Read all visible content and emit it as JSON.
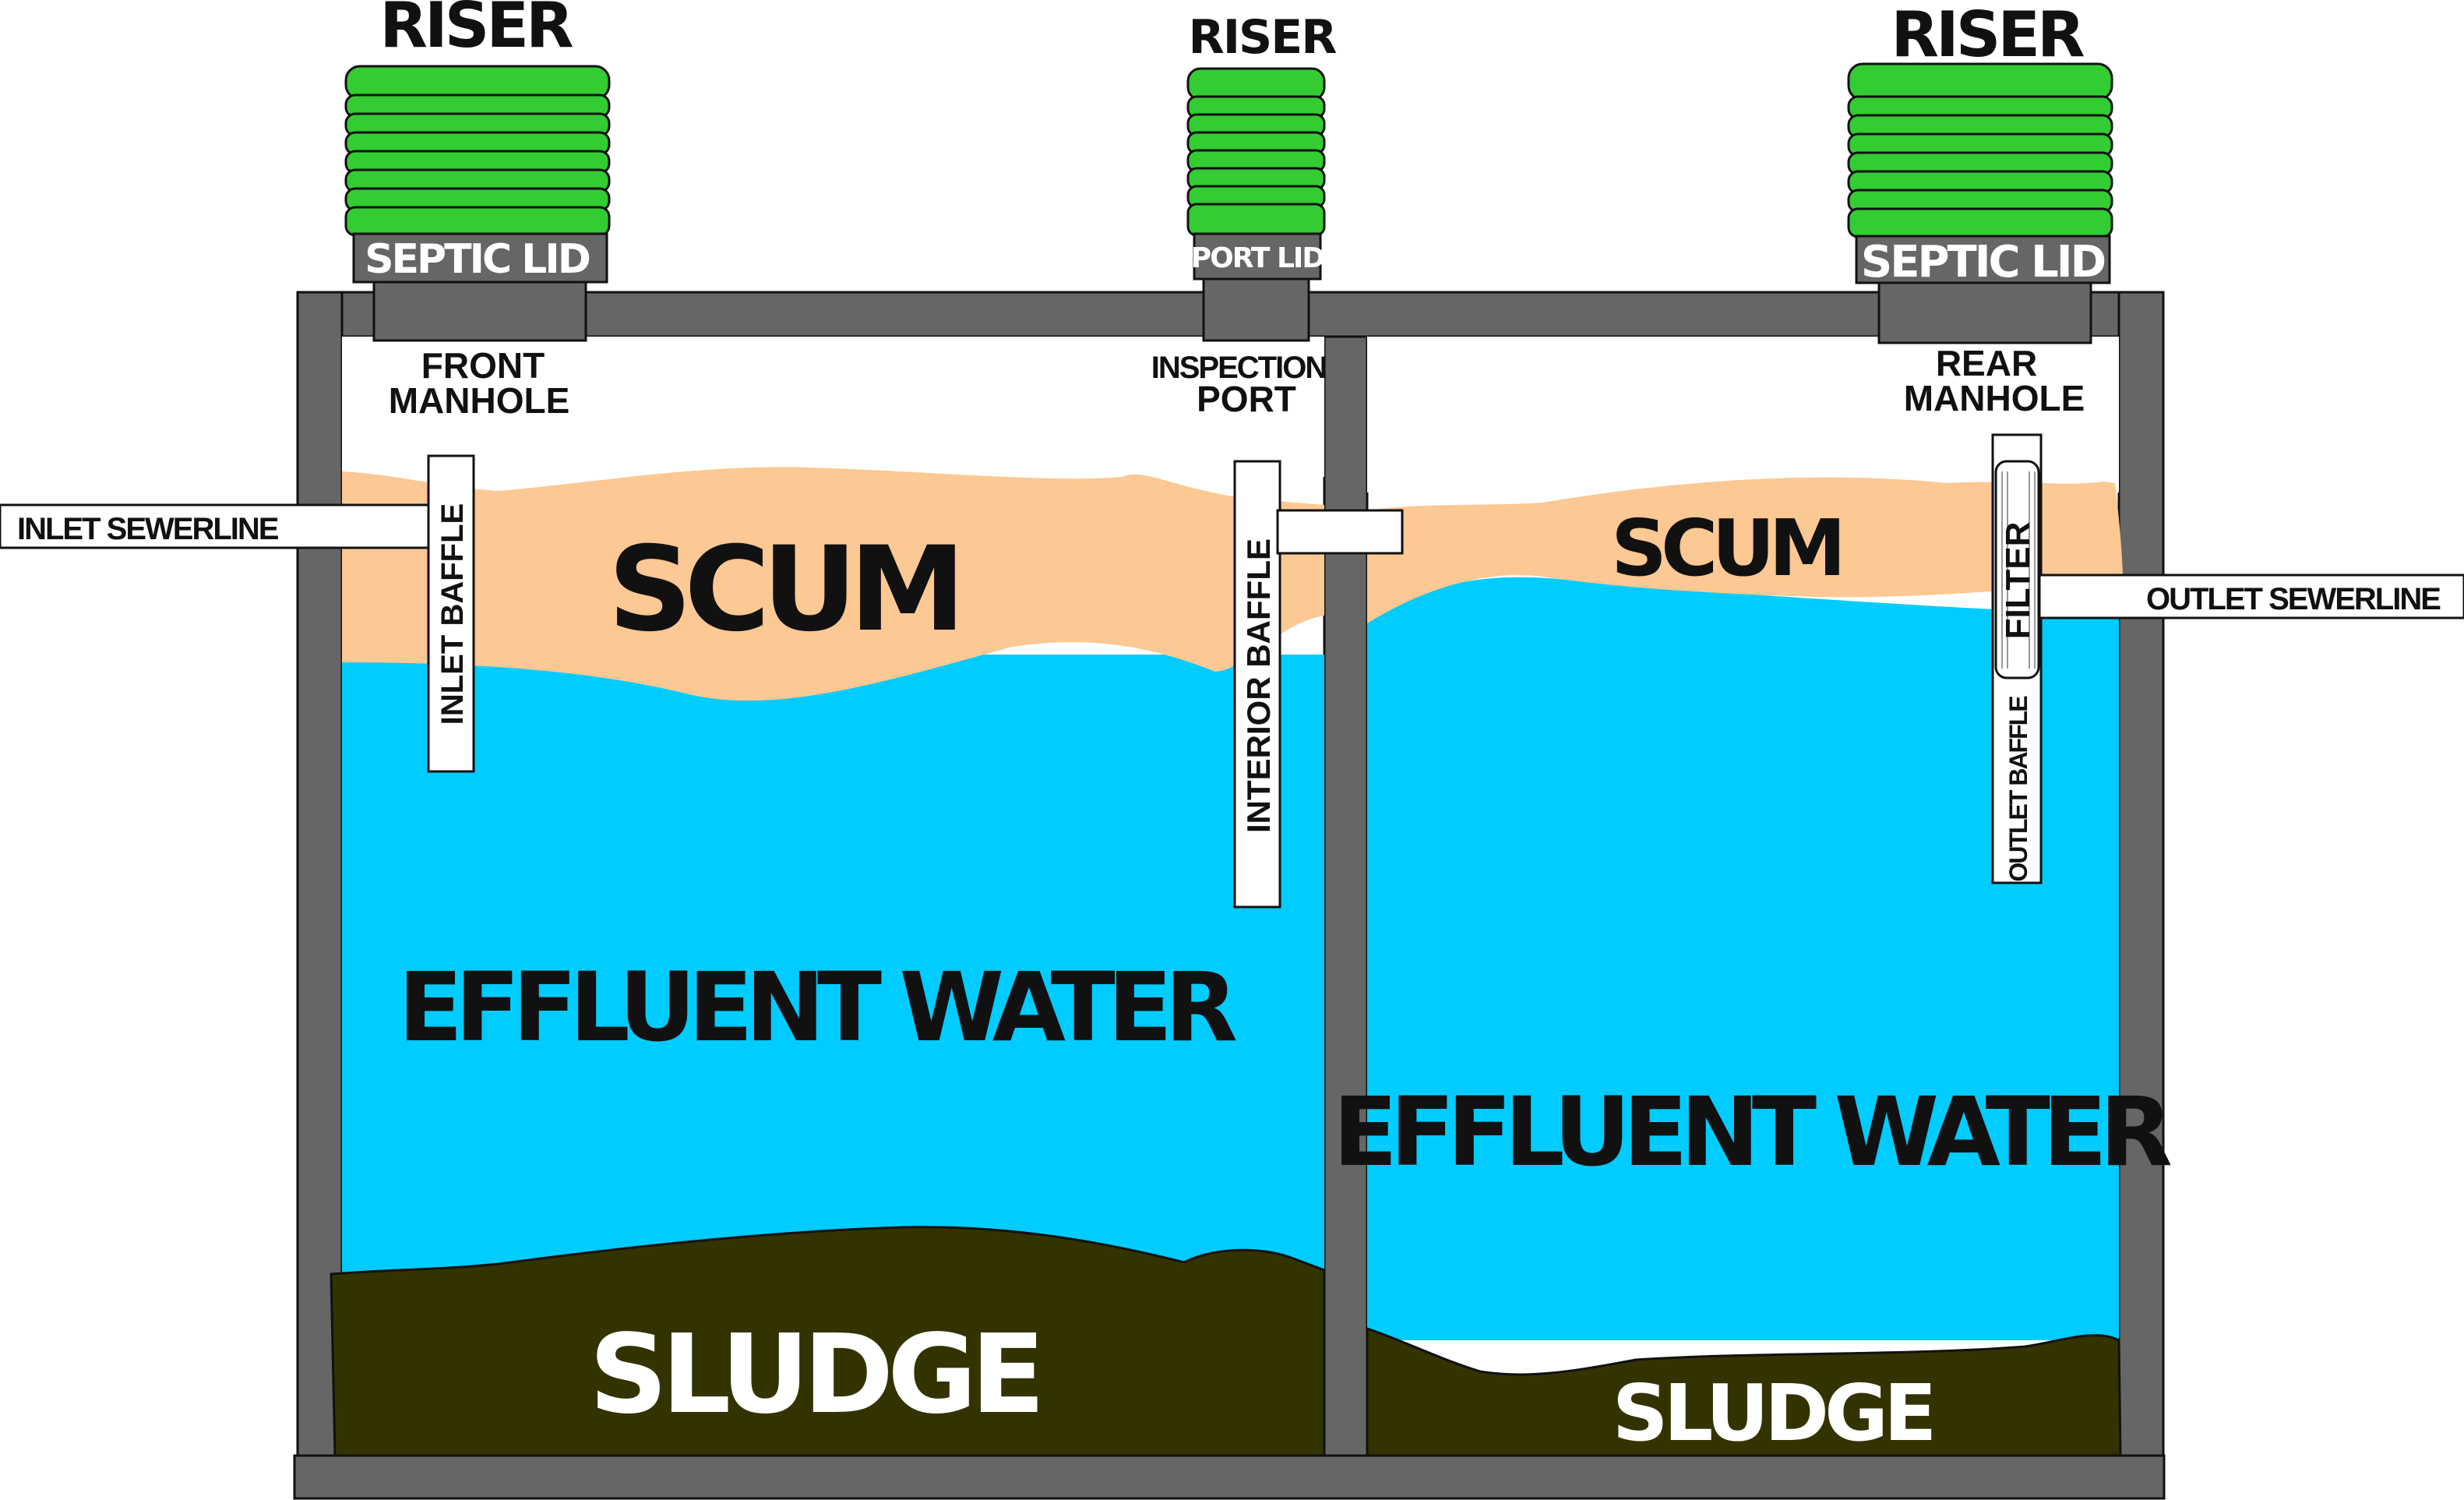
{
  "diagram": {
    "risers": {
      "front": "RISER",
      "middle": "RISER",
      "rear": "RISER"
    },
    "lids": {
      "front": "SEPTIC LID",
      "middle": "PORT LID",
      "rear": "SEPTIC LID"
    },
    "openings": {
      "front": [
        "FRONT",
        "MANHOLE"
      ],
      "middle": [
        "INSPECTION",
        "PORT"
      ],
      "rear": [
        "REAR",
        "MANHOLE"
      ]
    },
    "pipes": {
      "inlet": "INLET SEWERLINE",
      "outlet": "OUTLET SEWERLINE"
    },
    "baffles": {
      "inlet": "INLET BAFFLE",
      "interior": "INTERIOR BAFFLE",
      "outlet": "OUTLET BAFFLE",
      "filter": "FILTER"
    },
    "layers": {
      "scum_left": "SCUM",
      "scum_right": "SCUM",
      "water_left": "EFFLUENT WATER",
      "water_right": "EFFLUENT WATER",
      "sludge_left": "SLUDGE",
      "sludge_right": "SLUDGE"
    },
    "colors": {
      "riser": "#33cc33",
      "tank_wall": "#666666",
      "scum": "#fcc893",
      "water": "#00ccff",
      "sludge": "#333300"
    }
  }
}
